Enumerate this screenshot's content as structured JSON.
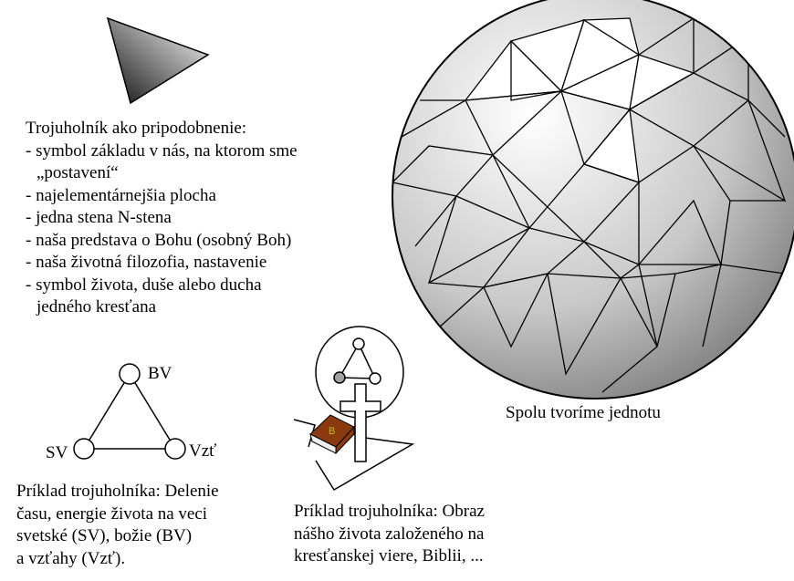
{
  "intro": {
    "title": "Trojuholník ako pripodobnenie:",
    "items": [
      "- symbol základu v nás, na ktorom sme",
      "„postavení“",
      "- najelementárnejšia plocha",
      "- jedna stena N-stena",
      "- naša predstava o Bohu (osobný Boh)",
      "- naša životná filozofia, nastavenie",
      "- symbol života, duše alebo ducha",
      "jedného kresťana"
    ]
  },
  "triangle_diagram": {
    "nodes": {
      "top": "BV",
      "left": "SV",
      "right": "Vzť"
    },
    "caption": [
      "Príklad trojuholníka: Delenie",
      "času, energie života na veci",
      "svetské (SV), božie (BV)",
      "a vzťahy (Vzť)."
    ]
  },
  "life_diagram": {
    "caption": [
      "Príklad trojuholníka: Obraz",
      "nášho života založeného na",
      "kresťanskej viere, Biblii, ..."
    ]
  },
  "sphere": {
    "caption": "Spolu tvoríme jednotu"
  },
  "colors": {
    "book": "#8b3a0f",
    "node_fill_gray": "#a0a0a0"
  }
}
